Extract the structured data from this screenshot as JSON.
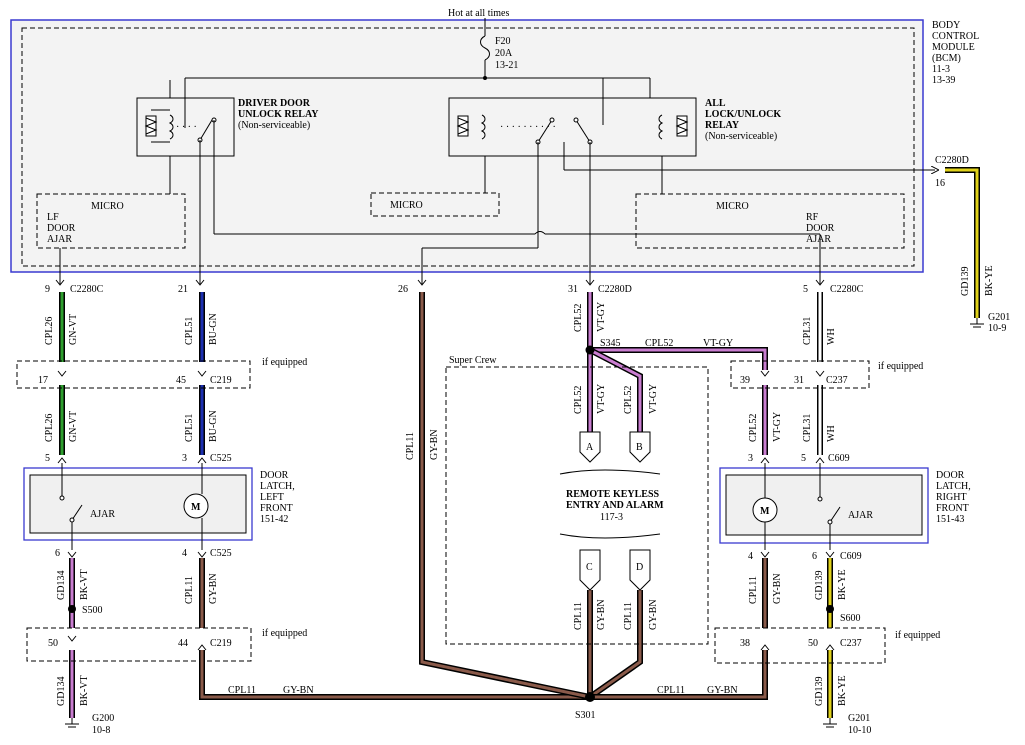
{
  "power": {
    "source": "Hot at all times",
    "fuse_name": "F20",
    "fuse_rating": "20A",
    "fuse_ref": "13-21"
  },
  "bcm": {
    "line1": "BODY",
    "line2": "CONTROL",
    "line3": "MODULE",
    "line4": "(BCM)",
    "ref1": "11-3",
    "ref2": "13-39"
  },
  "driver_relay": {
    "line1": "DRIVER DOOR",
    "line2": "UNLOCK RELAY",
    "line3": "(Non-serviceable)"
  },
  "all_relay": {
    "line1": "ALL",
    "line2": "LOCK/UNLOCK",
    "line3": "RELAY",
    "line4": "(Non-serviceable)"
  },
  "micro": {
    "left_title": "MICRO",
    "left_l1": "LF",
    "left_l2": "DOOR",
    "left_l3": "AJAR",
    "center": "MICRO",
    "right_title": "MICRO",
    "right_l1": "RF",
    "right_l2": "DOOR",
    "right_l3": "AJAR"
  },
  "connectors": {
    "c2280c": "C2280C",
    "c2280d": "C2280D",
    "c219": "C219",
    "c525": "C525",
    "c237": "C237",
    "c609": "C609",
    "pin9": "9",
    "pin21": "21",
    "pin26": "26",
    "pin31": "31",
    "pin5": "5",
    "pin16": "16",
    "pin17": "17",
    "pin45": "45",
    "pin39": "39",
    "pin31b": "31",
    "pin5a": "5",
    "pin3a": "3",
    "pin3b": "3",
    "pin5b": "5",
    "pin6a": "6",
    "pin4a": "4",
    "pin4b": "4",
    "pin6b": "6",
    "pin50a": "50",
    "pin44": "44",
    "pin38": "38",
    "pin50b": "50"
  },
  "wires": {
    "cpl26": "CPL26",
    "gnvt": "GN-VT",
    "cpl51": "CPL51",
    "bugn": "BU-GN",
    "cpl11": "CPL11",
    "gybn": "GY-BN",
    "cpl52": "CPL52",
    "vtgy": "VT-GY",
    "cpl31": "CPL31",
    "wh": "WH",
    "gd139": "GD139",
    "bkye": "BK-YE",
    "gd134": "GD134",
    "bkvt": "BK-VT"
  },
  "splices": {
    "s345": "S345",
    "s301": "S301",
    "s500": "S500",
    "s600": "S600"
  },
  "if_equipped": "if equipped",
  "super_crew": "Super Crew",
  "rke": {
    "line1": "REMOTE KEYLESS",
    "line2": "ENTRY AND ALARM",
    "ref": "117-3",
    "a": "A",
    "b": "B",
    "c": "C",
    "d": "D"
  },
  "left_latch": {
    "l1": "DOOR",
    "l2": "LATCH,",
    "l3": "LEFT",
    "l4": "FRONT",
    "ref": "151-42",
    "ajar": "AJAR",
    "motor": "M"
  },
  "right_latch": {
    "l1": "DOOR",
    "l2": "LATCH,",
    "l3": "RIGHT",
    "l4": "FRONT",
    "ref": "151-43",
    "ajar": "AJAR",
    "motor": "M"
  },
  "grounds": {
    "g201a": "G201",
    "g201a_ref": "10-9",
    "g200": "G200",
    "g200_ref": "10-8",
    "g201b": "G201",
    "g201b_ref": "10-10"
  },
  "colors": {
    "green": "#2e9e2e",
    "blue": "#1c2fb0",
    "brown": "#8a5a4a",
    "violet": "#c97dd0",
    "yellow": "#e0d21a",
    "box_blue": "#3a3ad0"
  }
}
